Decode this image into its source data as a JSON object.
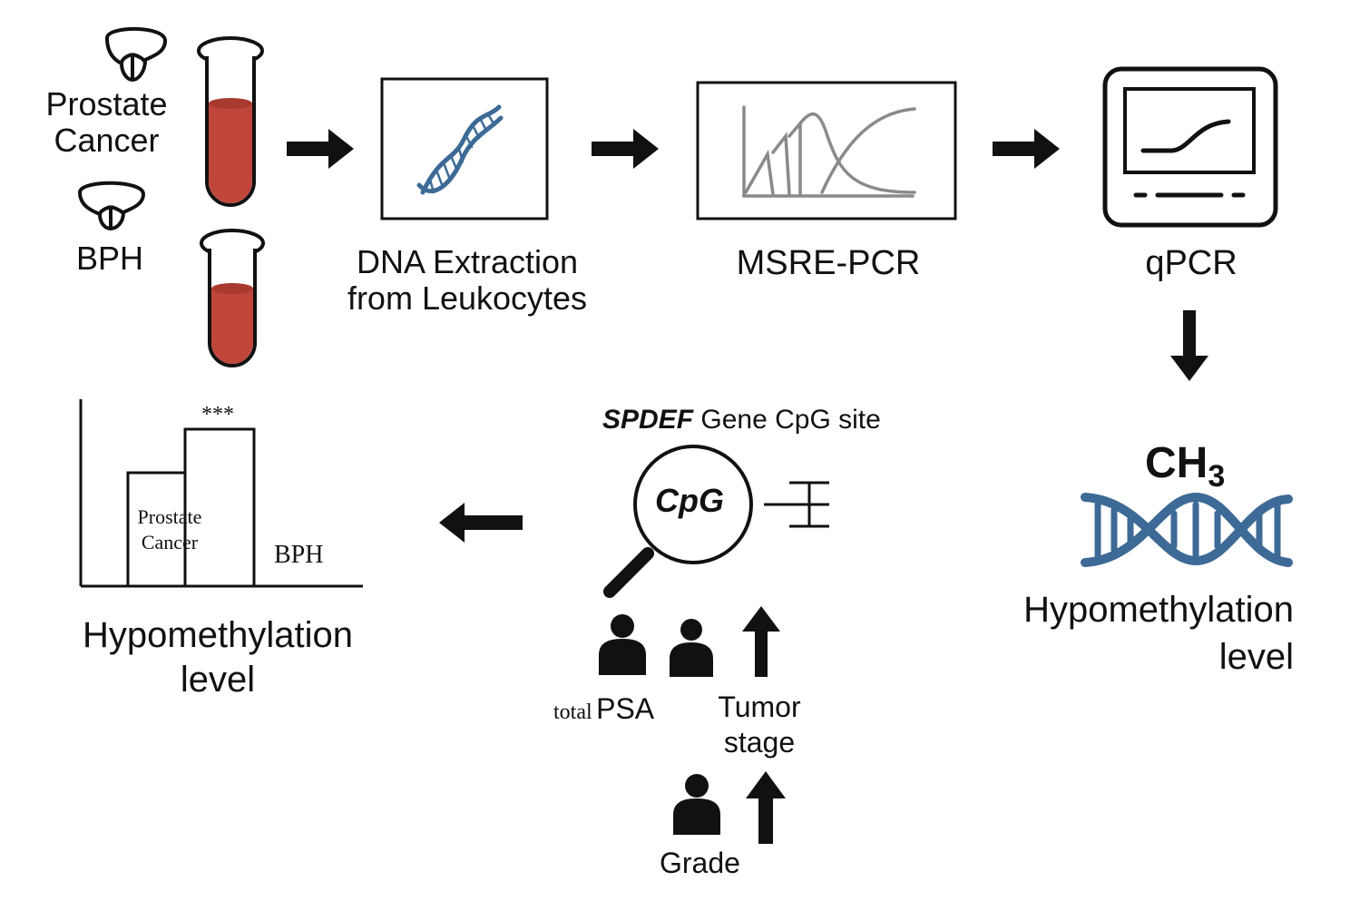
{
  "samples": {
    "prostate_cancer": [
      "Prostate",
      "Cancer"
    ],
    "bph": "BPH"
  },
  "steps": {
    "dna_extraction": [
      "DNA Extraction",
      "from Leukocytes"
    ],
    "msre_pcr": "MSRE-PCR",
    "qpcr": "qPCR"
  },
  "methylation": {
    "ch": "CH",
    "subscript": "3",
    "label": [
      "Hypomethylation",
      "level"
    ]
  },
  "cpg": {
    "gene": "SPDEF",
    "title_rest": " Gene CpG site",
    "lens_text": "CpG",
    "total": "total",
    "psa": "PSA",
    "tumor_stage": [
      "Tumor",
      "stage"
    ],
    "grade": "Grade"
  },
  "result_chart": {
    "significance": "***",
    "bar_label_pc": [
      "Prostate",
      "Cancer"
    ],
    "bar_label_bph": "BPH",
    "caption": [
      "Hypomethylation",
      "level"
    ]
  },
  "colors": {
    "blood": "#c0463b",
    "dna": "#3d6a96",
    "curve": "#8a8a8a",
    "ink": "#111111"
  }
}
